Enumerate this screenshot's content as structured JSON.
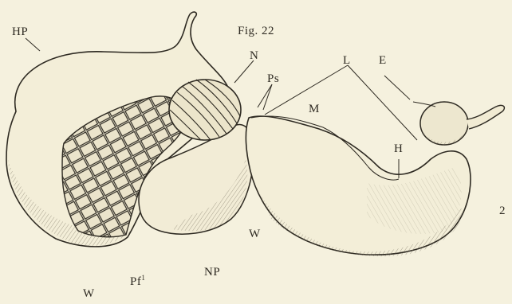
{
  "figure": {
    "title": "Fig. 22",
    "side_number": "2",
    "labels": {
      "HP": "HP",
      "N": "N",
      "Ps": "Ps",
      "L": "L",
      "E": "E",
      "M": "M",
      "H": "H",
      "W_middle": "W",
      "NP": "NP",
      "Pf_base": "Pf",
      "Pf_sup": "1",
      "W_bottom": "W"
    }
  },
  "colors": {
    "paper": "#f5f1de",
    "ink": "#2e2a22",
    "shade": "#6b6453"
  }
}
